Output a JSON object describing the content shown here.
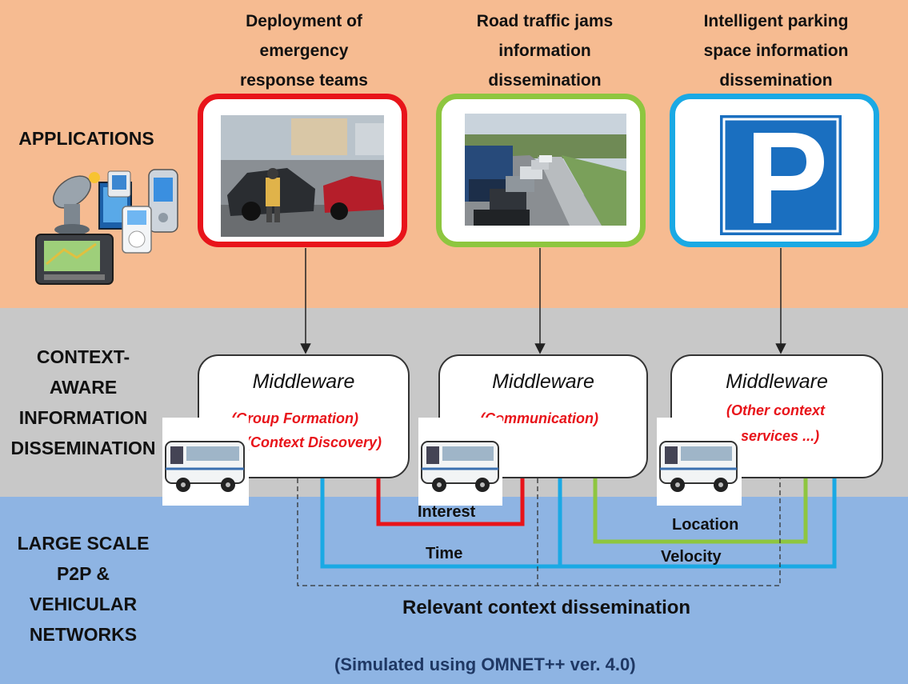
{
  "layers": {
    "applications": [
      "APPLICATIONS"
    ],
    "context": [
      "CONTEXT-",
      "AWARE",
      "INFORMATION",
      "DISSEMINATION"
    ],
    "network": [
      "LARGE SCALE",
      "P2P &",
      "VEHICULAR",
      "NETWORKS"
    ]
  },
  "applications": [
    {
      "title": [
        "Deployment of",
        "emergency",
        "response teams"
      ],
      "frame_color": "#e8141a",
      "image": "car-crash-photo"
    },
    {
      "title": [
        "Road traffic jams",
        "information",
        "dissemination"
      ],
      "frame_color": "#8ec63f",
      "image": "traffic-jam-photo"
    },
    {
      "title": [
        "Intelligent parking",
        "space information",
        "dissemination"
      ],
      "frame_color": "#1aa9e4",
      "image": "parking-sign-icon"
    }
  ],
  "middleware": [
    {
      "title": "Middleware",
      "services": [
        "(Group Formation)",
        "(Context Discovery)"
      ]
    },
    {
      "title": "Middleware",
      "services": [
        "(Communication)"
      ]
    },
    {
      "title": "Middleware",
      "services": [
        "(Other context",
        "services ...)"
      ]
    }
  ],
  "network": {
    "links": [
      "Interest",
      "Time",
      "Location",
      "Velocity"
    ],
    "relevant": "Relevant context dissemination",
    "simulated": "(Simulated using OMNET++ ver. 4.0)"
  },
  "colors": {
    "applications_band": "#f6bb91",
    "context_band": "#c8c8c8",
    "network_band": "#8eb4e3",
    "interest_line": "#e8141a",
    "time_line": "#1aa9e4",
    "location_line": "#8ec63f",
    "service_text": "#e8141a"
  }
}
